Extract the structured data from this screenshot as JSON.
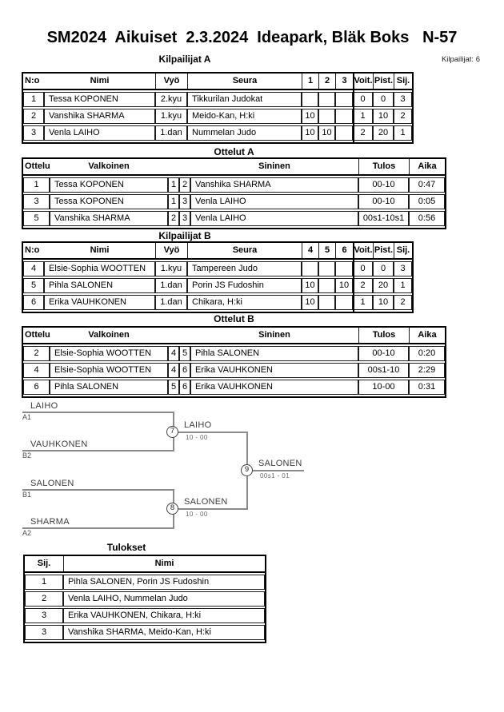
{
  "header": {
    "title": "SM2024  Aikuiset  2.3.2024  Ideapark, Bläk Boks   N-57",
    "competitors": "Kilpailijat: 6"
  },
  "pool_a": {
    "title": "Kilpailijat A",
    "columns": [
      "N:o",
      "Nimi",
      "Vyö",
      "Seura",
      "1",
      "2",
      "3",
      "Voit.",
      "Pist.",
      "Sij."
    ],
    "rows": [
      {
        "no": "1",
        "name": "Tessa KOPONEN",
        "belt": "2.kyu",
        "club": "Tikkurilan Judokat",
        "m1": "",
        "m2": "",
        "m3": "",
        "wins": "0",
        "points": "0",
        "place": "3"
      },
      {
        "no": "2",
        "name": "Vanshika SHARMA",
        "belt": "1.kyu",
        "club": "Meido-Kan, H:ki",
        "m1": "10",
        "m2": "",
        "m3": "",
        "wins": "1",
        "points": "10",
        "place": "2"
      },
      {
        "no": "3",
        "name": "Venla LAIHO",
        "belt": "1.dan",
        "club": "Nummelan Judo",
        "m1": "10",
        "m2": "10",
        "m3": "",
        "wins": "2",
        "points": "20",
        "place": "1"
      }
    ]
  },
  "matches_a": {
    "title": "Ottelut A",
    "columns": [
      "Ottelu",
      "Valkoinen",
      "Sininen",
      "Tulos",
      "Aika"
    ],
    "rows": [
      {
        "match": "1",
        "white": "Tessa KOPONEN",
        "white_no": "1",
        "blue_no": "2",
        "blue": "Vanshika SHARMA",
        "result": "00-10",
        "time": "0:47"
      },
      {
        "match": "3",
        "white": "Tessa KOPONEN",
        "white_no": "1",
        "blue_no": "3",
        "blue": "Venla LAIHO",
        "result": "00-10",
        "time": "0:05"
      },
      {
        "match": "5",
        "white": "Vanshika SHARMA",
        "white_no": "2",
        "blue_no": "3",
        "blue": "Venla LAIHO",
        "result": "00s1-10s1",
        "time": "0:56"
      }
    ]
  },
  "pool_b": {
    "title": "Kilpailijat B",
    "columns": [
      "N:o",
      "Nimi",
      "Vyö",
      "Seura",
      "4",
      "5",
      "6",
      "Voit.",
      "Pist.",
      "Sij."
    ],
    "rows": [
      {
        "no": "4",
        "name": "Elsie-Sophia WOOTTEN",
        "belt": "1.kyu",
        "club": "Tampereen Judo",
        "m1": "",
        "m2": "",
        "m3": "",
        "wins": "0",
        "points": "0",
        "place": "3"
      },
      {
        "no": "5",
        "name": "Pihla SALONEN",
        "belt": "1.dan",
        "club": "Porin JS Fudoshin",
        "m1": "10",
        "m2": "",
        "m3": "10",
        "wins": "2",
        "points": "20",
        "place": "1"
      },
      {
        "no": "6",
        "name": "Erika VAUHKONEN",
        "belt": "1.dan",
        "club": "Chikara, H:ki",
        "m1": "10",
        "m2": "",
        "m3": "",
        "wins": "1",
        "points": "10",
        "place": "2"
      }
    ]
  },
  "matches_b": {
    "title": "Ottelut B",
    "columns": [
      "Ottelu",
      "Valkoinen",
      "Sininen",
      "Tulos",
      "Aika"
    ],
    "rows": [
      {
        "match": "2",
        "white": "Elsie-Sophia WOOTTEN",
        "white_no": "4",
        "blue_no": "5",
        "blue": "Pihla SALONEN",
        "result": "00-10",
        "time": "0:20"
      },
      {
        "match": "4",
        "white": "Elsie-Sophia WOOTTEN",
        "white_no": "4",
        "blue_no": "6",
        "blue": "Erika VAUHKONEN",
        "result": "00s1-10",
        "time": "2:29"
      },
      {
        "match": "6",
        "white": "Pihla SALONEN",
        "white_no": "5",
        "blue_no": "6",
        "blue": "Erika VAUHKONEN",
        "result": "10-00",
        "time": "0:31"
      }
    ]
  },
  "bracket": {
    "entries": [
      {
        "name": "LAIHO",
        "seed": "A1"
      },
      {
        "name": "VAUHKONEN",
        "seed": "B2"
      },
      {
        "name": "SALONEN",
        "seed": "B1"
      },
      {
        "name": "SHARMA",
        "seed": "A2"
      }
    ],
    "semifinal_1": {
      "number": "7",
      "winner": "LAIHO",
      "score": "10 - 00"
    },
    "semifinal_2": {
      "number": "8",
      "winner": "SALONEN",
      "score": "10 - 00"
    },
    "final": {
      "number": "9",
      "winner": "SALONEN",
      "score": "00s1 - 01"
    }
  },
  "results": {
    "title": "Tulokset",
    "columns": [
      "Sij.",
      "Nimi"
    ],
    "rows": [
      {
        "place": "1",
        "name": "Pihla SALONEN, Porin JS Fudoshin"
      },
      {
        "place": "2",
        "name": "Venla LAIHO, Nummelan Judo"
      },
      {
        "place": "3",
        "name": "Erika VAUHKONEN, Chikara, H:ki"
      },
      {
        "place": "3",
        "name": "Vanshika SHARMA, Meido-Kan, H:ki"
      }
    ]
  }
}
